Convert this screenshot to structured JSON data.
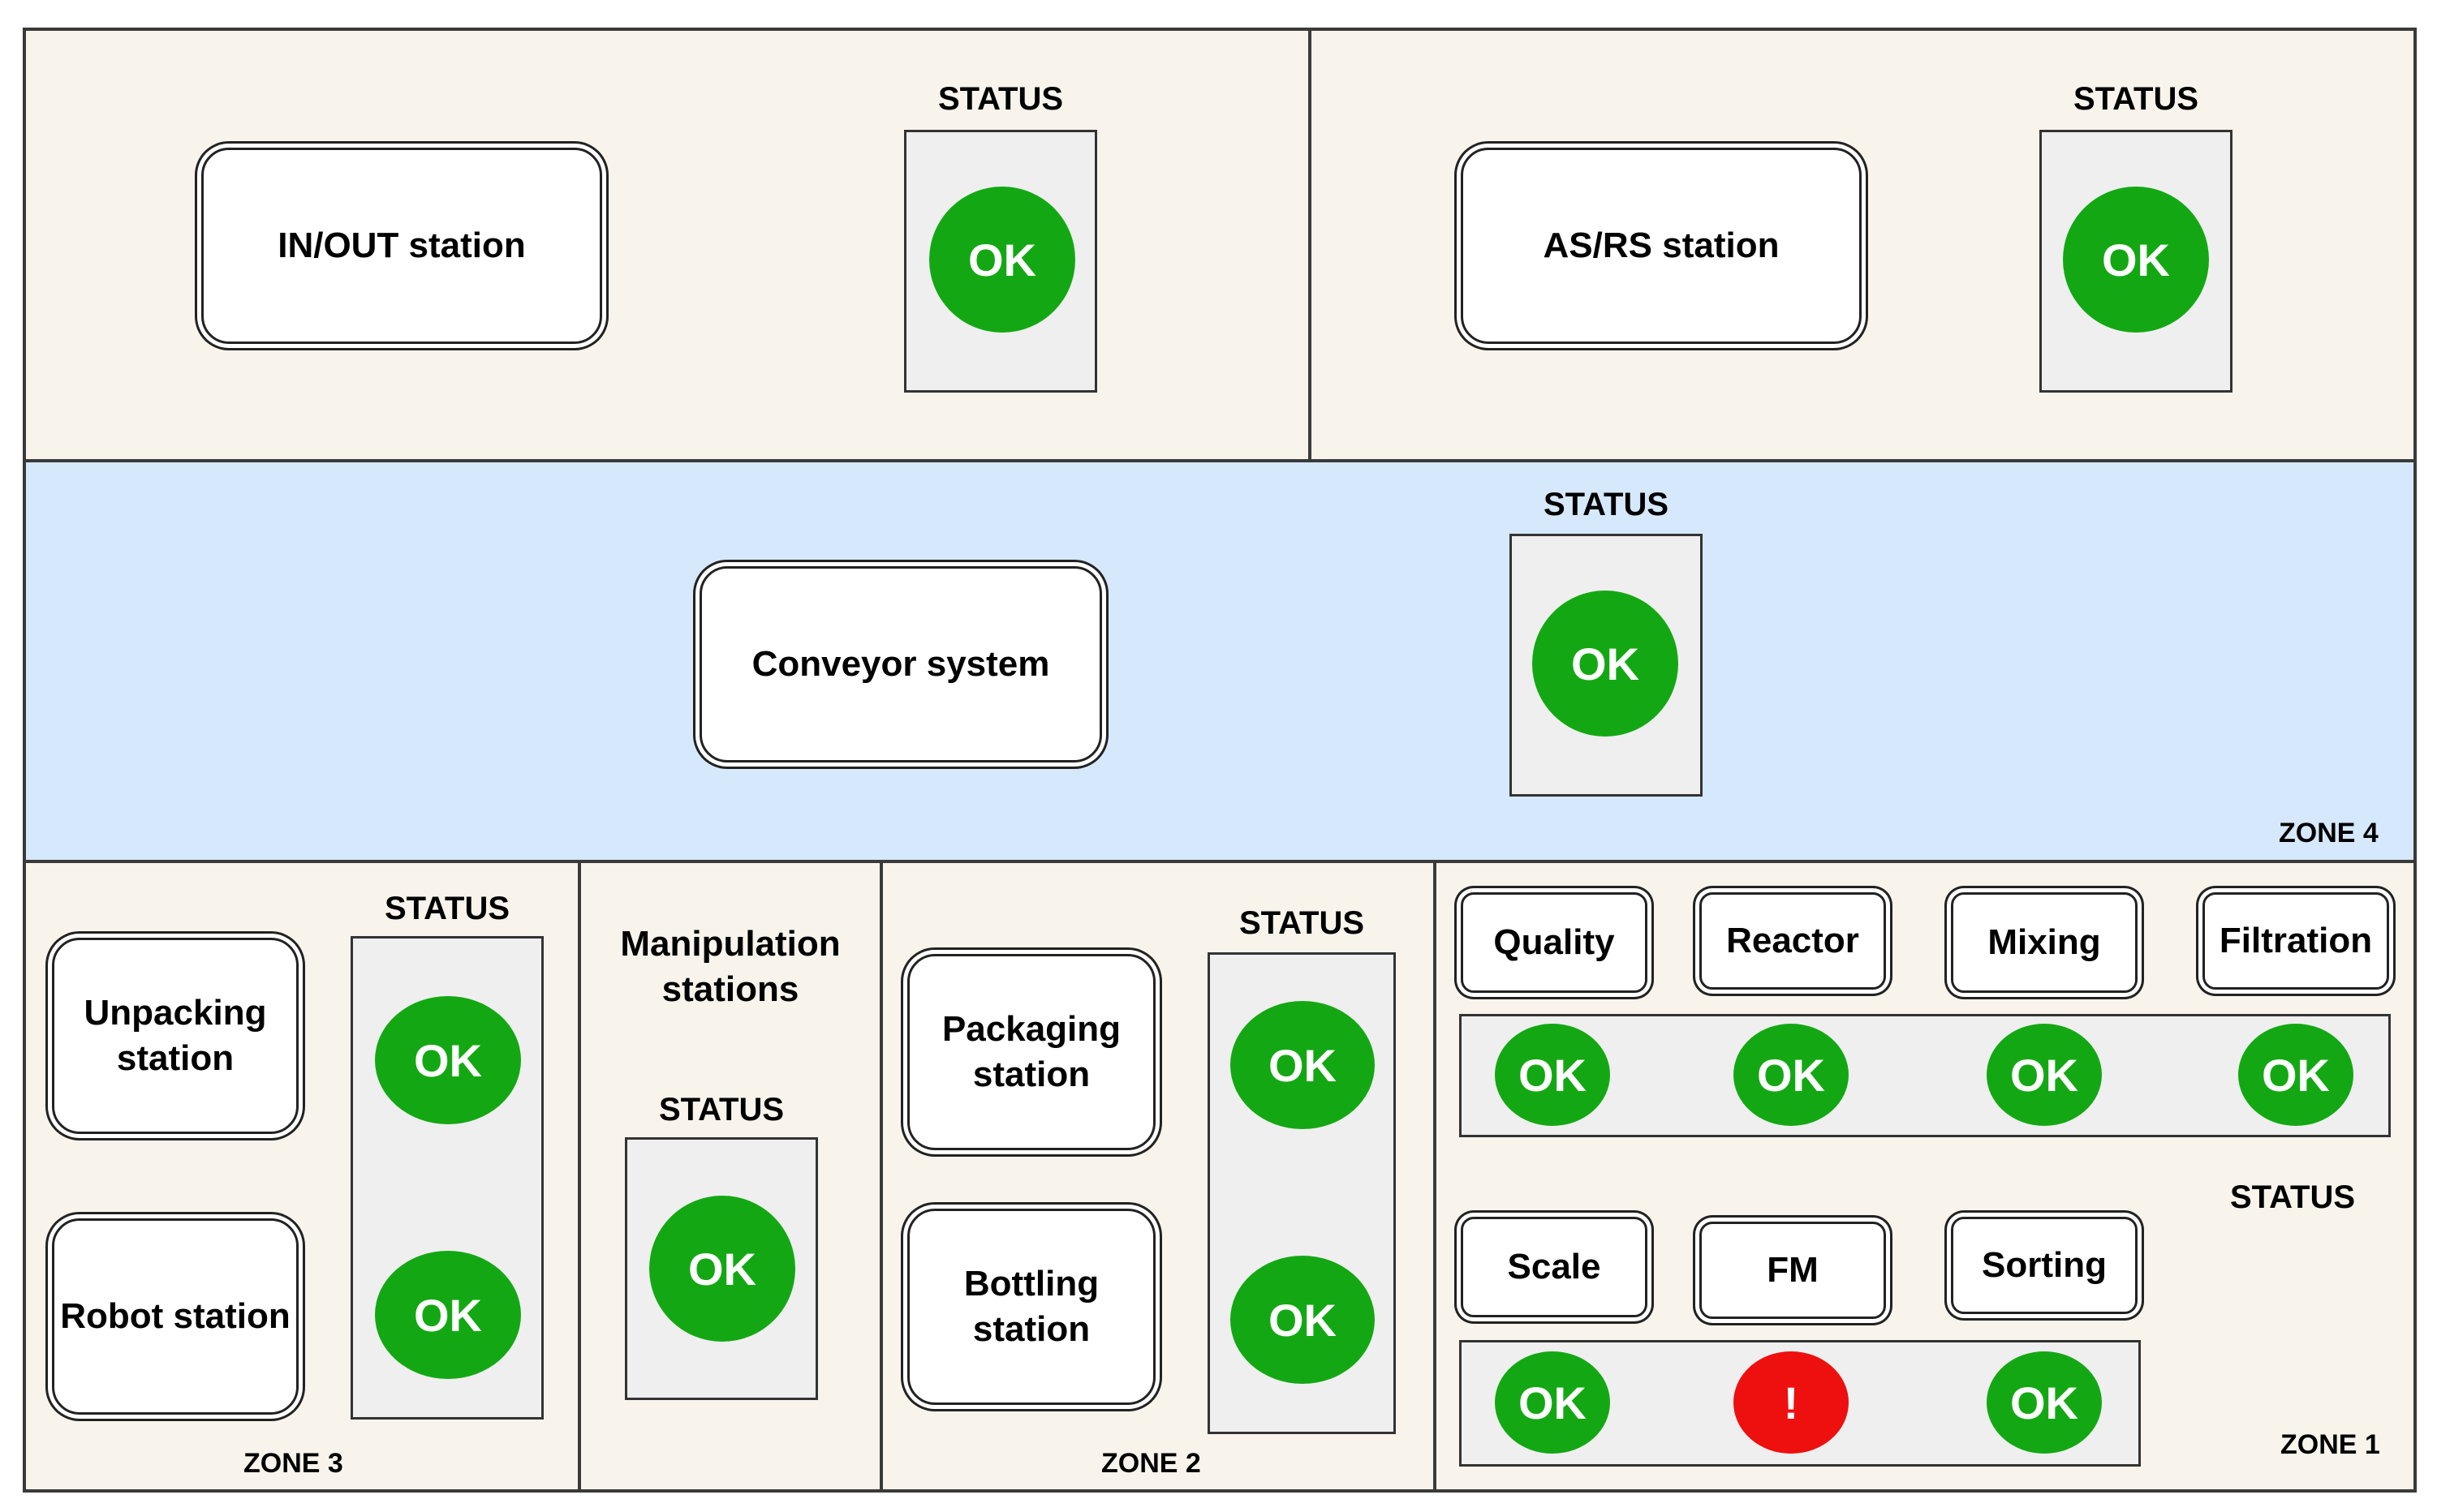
{
  "colors": {
    "ok": "#13a813",
    "alarm": "#ee0f0f",
    "zone_beige": "#f8f4ec",
    "zone_blue": "#d6e8fb",
    "panel_grey": "#efefef"
  },
  "status_label": "STATUS",
  "top_left": {
    "station": "IN/OUT station",
    "status": "OK"
  },
  "top_right": {
    "station": "AS/RS station",
    "status": "OK"
  },
  "zone4": {
    "label": "ZONE 4",
    "station": "Conveyor system",
    "status": "OK"
  },
  "zone3": {
    "label": "ZONE 3",
    "stations": [
      {
        "name": "Unpacking station",
        "status": "OK"
      },
      {
        "name": "Robot station",
        "status": "OK"
      }
    ]
  },
  "manipulation": {
    "title": "Manipulation stations",
    "status": "OK"
  },
  "zone2": {
    "label": "ZONE 2",
    "stations": [
      {
        "name": "Packaging station",
        "status": "OK"
      },
      {
        "name": "Bottling station",
        "status": "OK"
      }
    ]
  },
  "zone1": {
    "label": "ZONE 1",
    "row1": [
      {
        "name": "Quality",
        "status": "OK",
        "state": "ok"
      },
      {
        "name": "Reactor",
        "status": "OK",
        "state": "ok"
      },
      {
        "name": "Mixing",
        "status": "OK",
        "state": "ok"
      },
      {
        "name": "Filtration",
        "status": "OK",
        "state": "ok"
      }
    ],
    "row2": [
      {
        "name": "Scale",
        "status": "OK",
        "state": "ok"
      },
      {
        "name": "FM",
        "status": "!",
        "state": "alarm"
      },
      {
        "name": "Sorting",
        "status": "OK",
        "state": "ok"
      }
    ]
  }
}
